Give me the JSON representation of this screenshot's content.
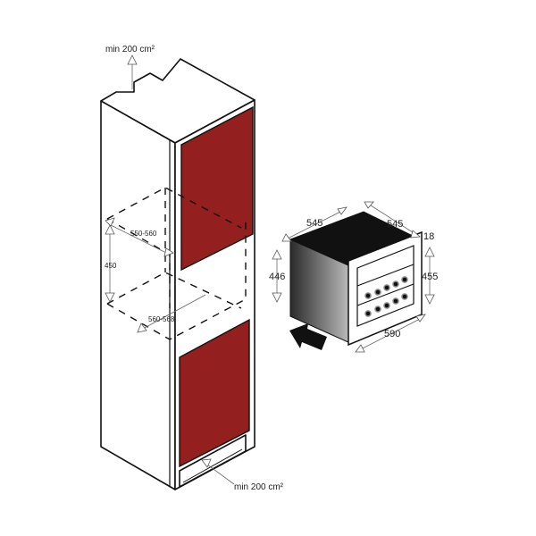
{
  "labels": {
    "top_vent": "min 200 cm²",
    "bottom_vent": "min 200 cm²",
    "niche_depth": "550-560",
    "niche_height": "450",
    "niche_width": "560-568",
    "appliance_depth_left": "545",
    "appliance_depth_right": "545",
    "door_thickness": "18",
    "appliance_height": "446",
    "door_height": "455",
    "door_width": "590"
  },
  "colors": {
    "door": "#93201f",
    "appliance_dark": "#111111"
  }
}
